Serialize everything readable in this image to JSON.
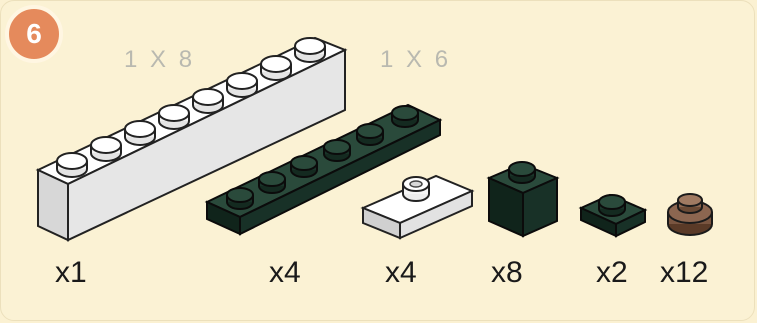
{
  "step": {
    "number": "6"
  },
  "parts": [
    {
      "label": "1 X 8",
      "quantity": "x1",
      "color": "#ffffff"
    },
    {
      "label": "1 X 6",
      "quantity": "x4",
      "color": "#1f3a2e"
    },
    {
      "quantity": "x4",
      "color": "#ffffff"
    },
    {
      "quantity": "x8",
      "color": "#1f3a2e"
    },
    {
      "quantity": "x2",
      "color": "#1f3a2e"
    },
    {
      "quantity": "x12",
      "color": "#6b4a35"
    }
  ]
}
